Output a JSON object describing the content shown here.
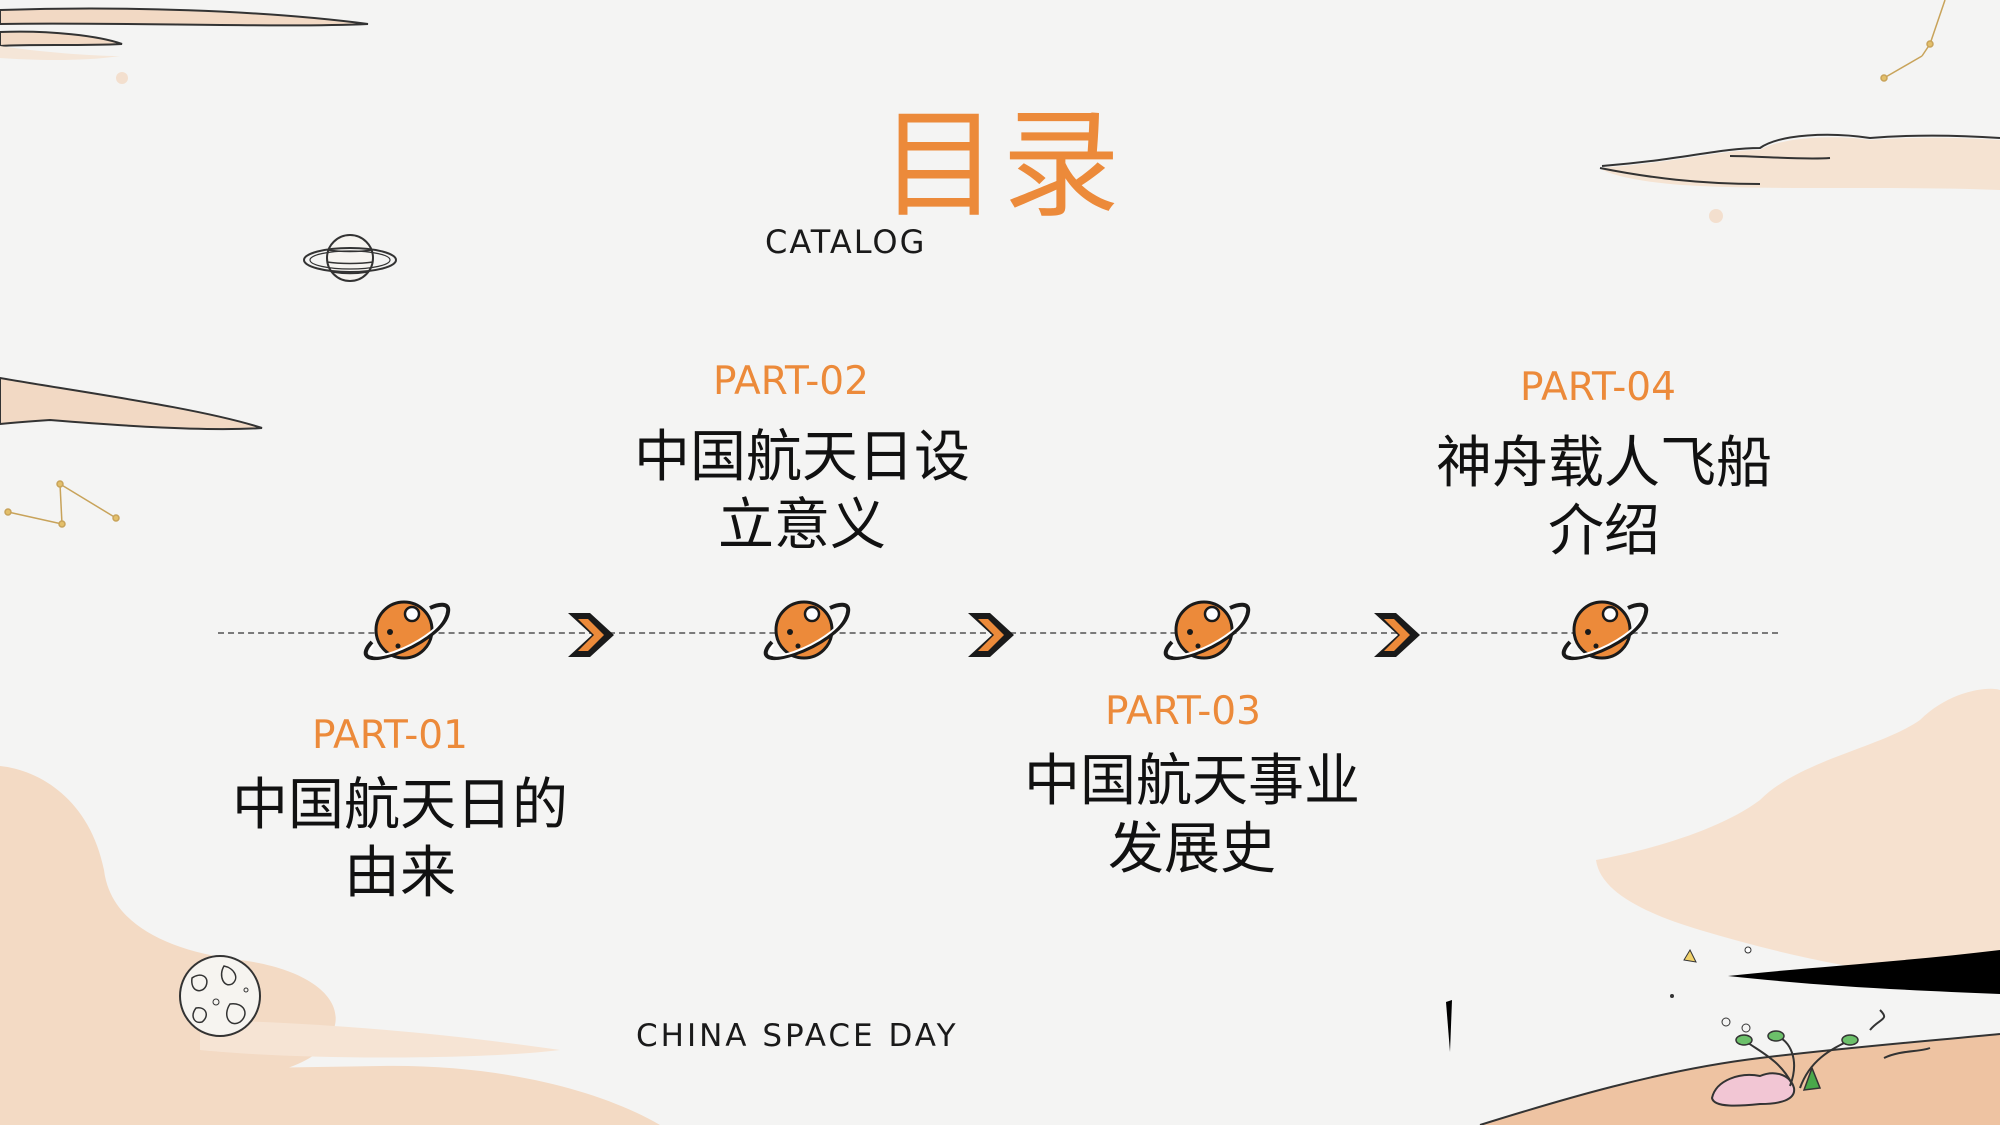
{
  "header": {
    "title": "目录",
    "subtitle": "CATALOG"
  },
  "parts": [
    {
      "label": "PART-01",
      "title": "中国航天日的由来"
    },
    {
      "label": "PART-02",
      "title": "中国航天日设立意义"
    },
    {
      "label": "PART-03",
      "title": "中国航天事业发展史"
    },
    {
      "label": "PART-04",
      "title": "神舟载人飞船介绍"
    }
  ],
  "footer": {
    "text": "CHINA SPACE DAY"
  },
  "colors": {
    "accent": "#ec8a3a",
    "text": "#111111",
    "background": "#f4f4f3",
    "sand": "#f2d2b5"
  },
  "icons": [
    "planet-icon",
    "chevron-right-icon",
    "ringed-planet-icon",
    "moon-icon",
    "constellation-icon",
    "cloud-icon"
  ]
}
